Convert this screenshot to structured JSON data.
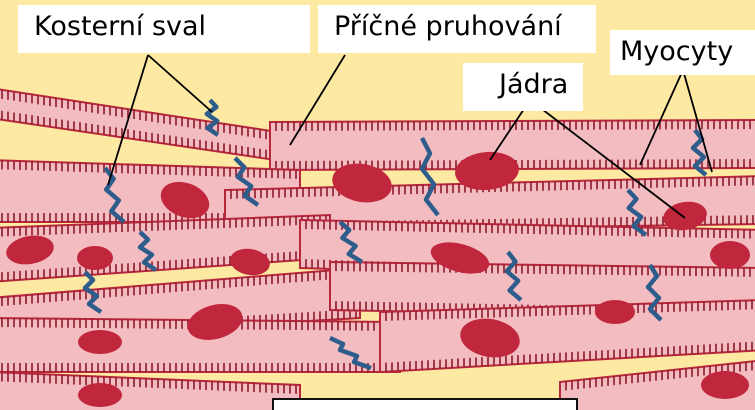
{
  "labels": {
    "skeletal_muscle": "Kosterní sval",
    "cross_striation": "Příčné pruhování",
    "myocytes": "Myocyty",
    "nuclei": "Jádra"
  },
  "caption": "",
  "colors": {
    "background": "#fde9a2",
    "fiber_fill": "#f3bcc1",
    "fiber_stroke": "#b8283c",
    "striation": "#8c1a2c",
    "nucleus": "#c0273c",
    "intercalated_disc": "#2e5d8c",
    "label_box": "#ffffff",
    "leader_line": "#000000"
  }
}
